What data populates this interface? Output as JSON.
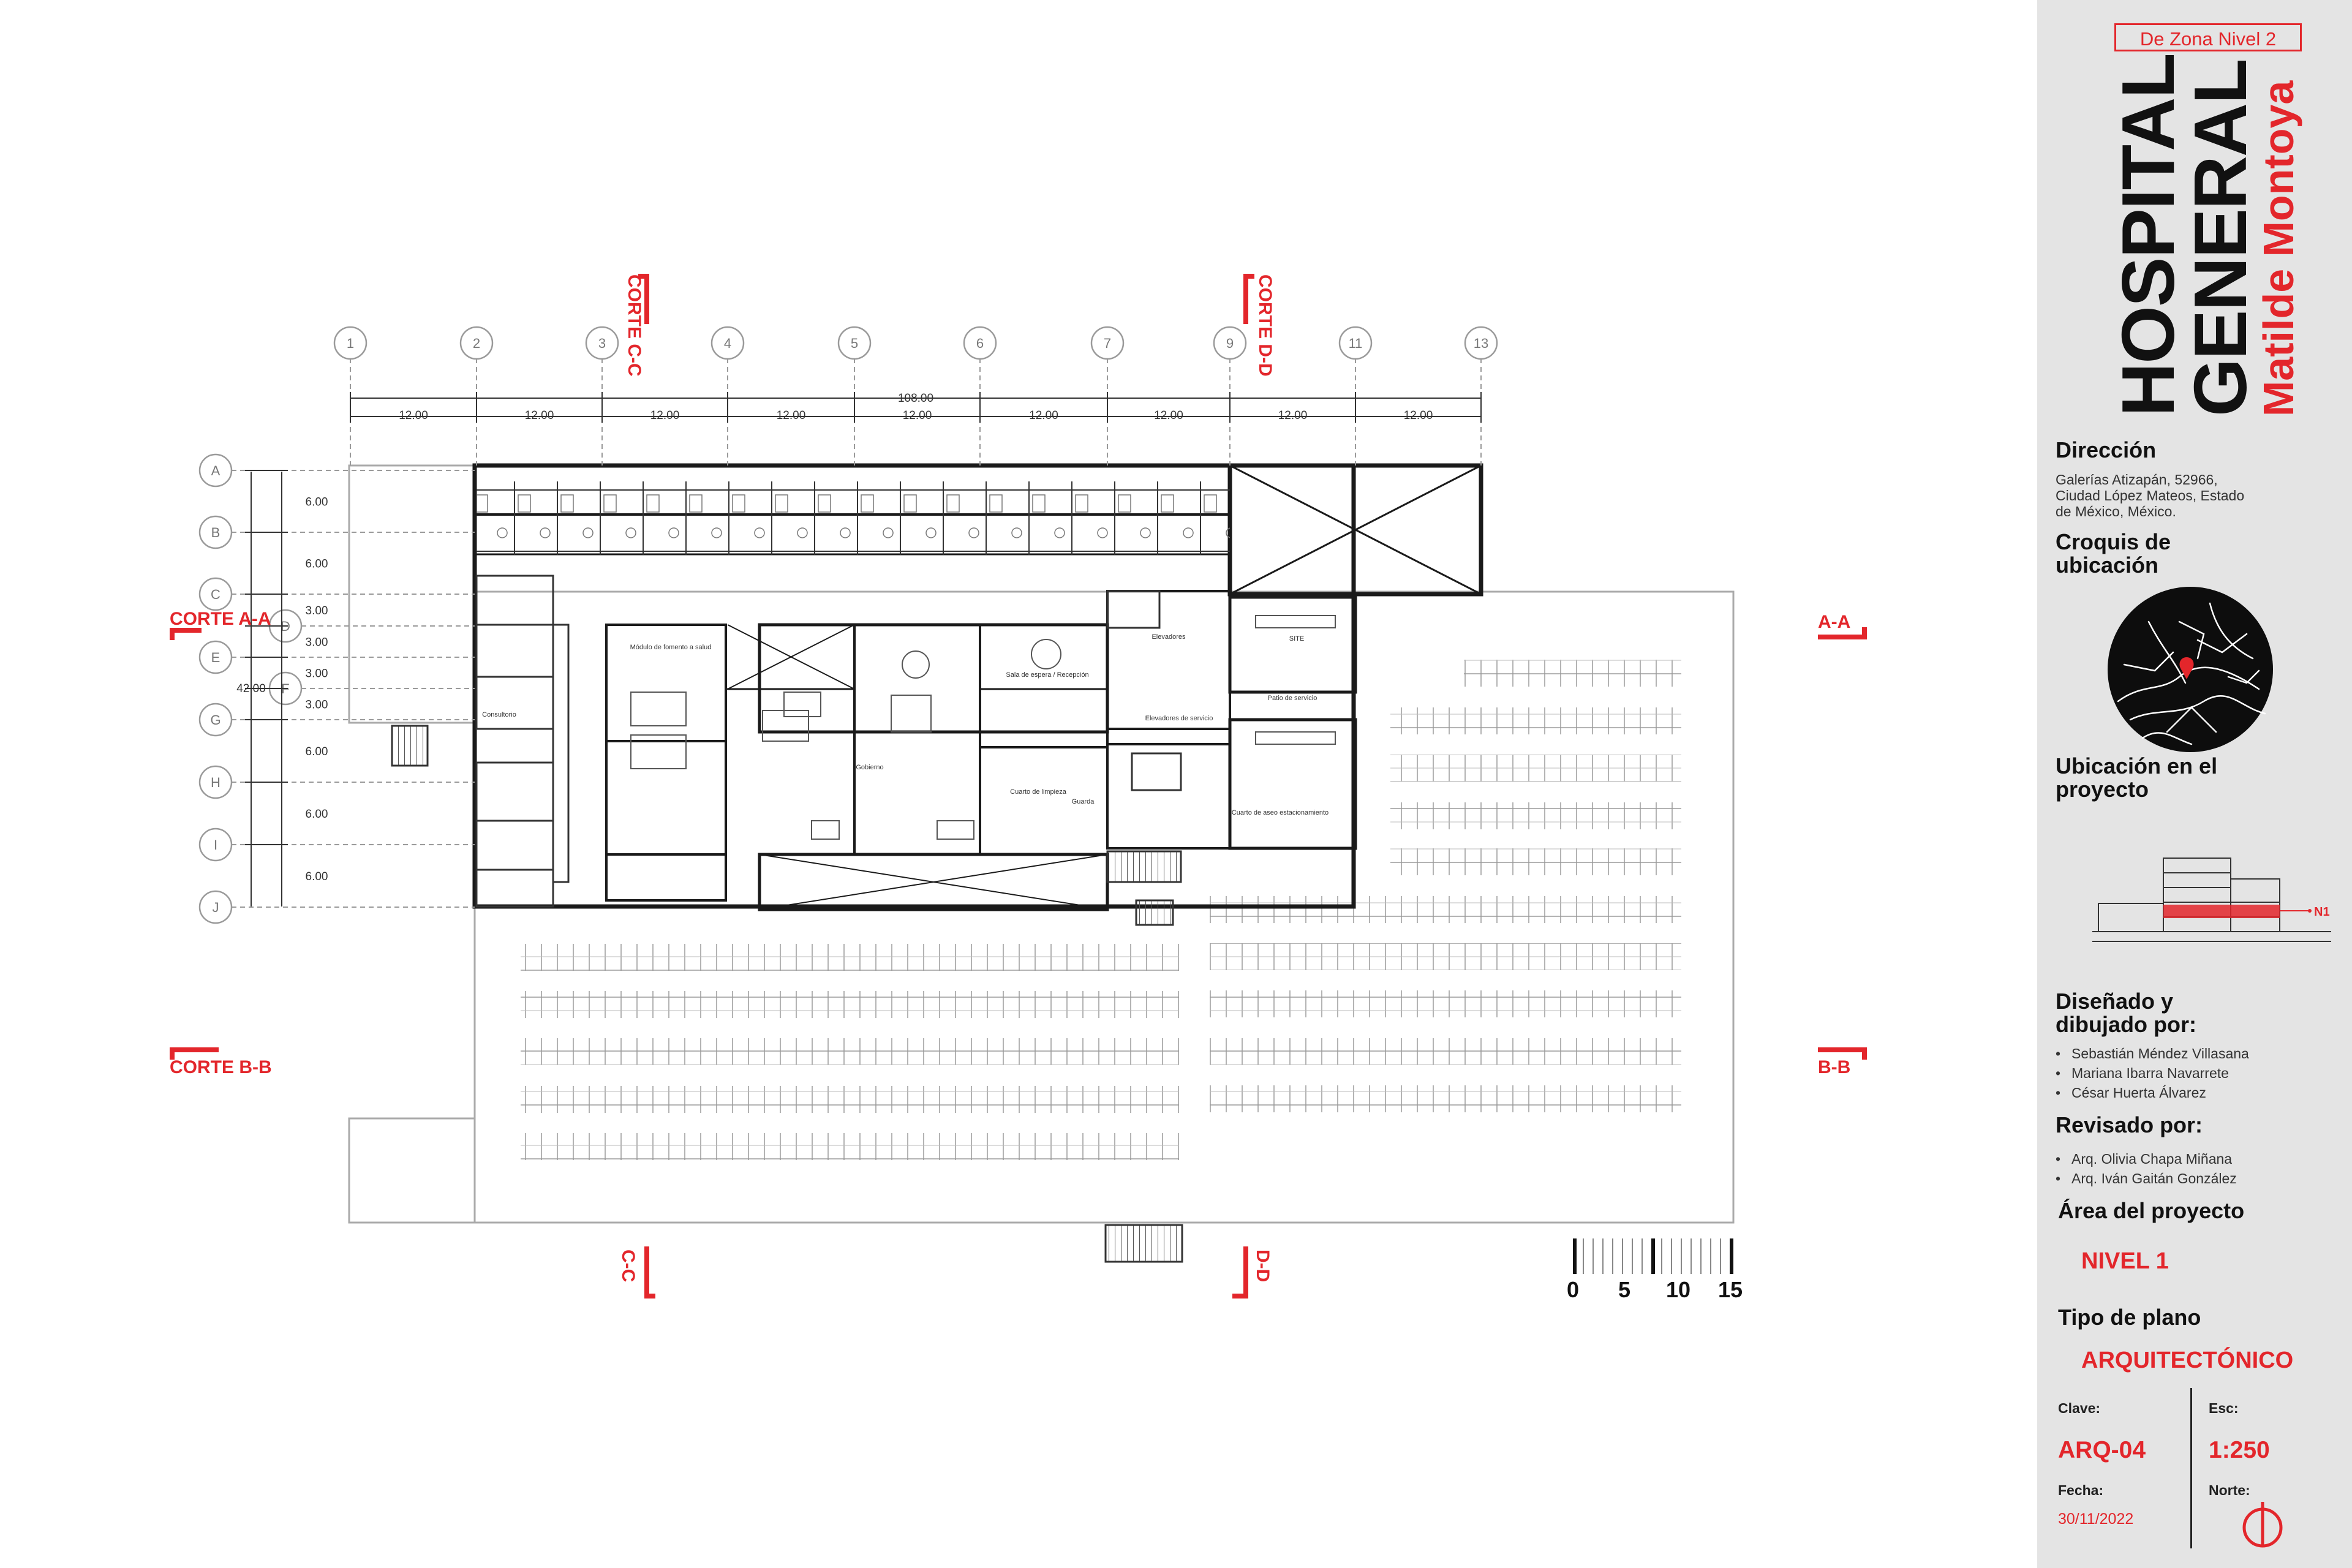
{
  "plan": {
    "grid_columns": [
      "1",
      "2",
      "3",
      "4",
      "5",
      "6",
      "7",
      "9",
      "11",
      "13"
    ],
    "grid_rows": [
      "A",
      "B",
      "C",
      "D",
      "E",
      "F",
      "G",
      "H",
      "I",
      "J"
    ],
    "col_spacing_labels": [
      "12.00",
      "12.00",
      "12.00",
      "12.00",
      "12.00",
      "12.00",
      "12.00",
      "12.00",
      "12.00"
    ],
    "total_width_label": "108.00",
    "row_spacing_labels": [
      "6.00",
      "6.00",
      "3.00",
      "3.00",
      "3.00",
      "3.00",
      "6.00",
      "6.00",
      "6.00"
    ],
    "total_height_label": "42.00",
    "section_marks": {
      "cc_top": "CORTE C-C",
      "dd_top": "CORTE D-D",
      "aa_left": "CORTE A-A",
      "aa_right": "A-A",
      "bb_left": "CORTE B-B",
      "bb_right": "B-B",
      "cc_bottom": "C-C",
      "dd_bottom": "D-D"
    },
    "rooms": {
      "consultorio": "Consultorio",
      "modulo": "Módulo de fomento a salud",
      "recepcion": "Sala de espera / Recepción",
      "gobierno": "Gobierno",
      "elevadores": "Elevadores",
      "site": "SITE",
      "elevadores_servicio": "Elevadores de servicio",
      "patio_servicio": "Patio de servicio",
      "cuarto_limpieza": "Cuarto de limpieza",
      "guarda": "Guarda",
      "cuarto_estacionamiento": "Cuarto de aseo estacionamiento"
    },
    "scale_bar": [
      "0",
      "5",
      "10",
      "15"
    ]
  },
  "panel": {
    "zone_tag": "De Zona Nivel 2",
    "title_line1": "HOSPITAL",
    "title_line2": "GENERAL",
    "title_line3": "Matilde Montoya",
    "address_heading": "Dirección",
    "address_lines": [
      "Galerías Atizapán, 52966,",
      "Ciudad López Mateos, Estado",
      "de México, México."
    ],
    "sketch_heading_1": "Croquis de",
    "sketch_heading_2": "ubicación",
    "project_location_heading_1": "Ubicación en el",
    "project_location_heading_2": "proyecto",
    "section_level_label": "N1",
    "designed_heading_1": "Diseñado y",
    "designed_heading_2": "dibujado por:",
    "designers": [
      "Sebastián Méndez Villasana",
      "Mariana Ibarra Navarrete",
      "César Huerta Álvarez"
    ],
    "reviewed_heading": "Revisado por:",
    "reviewers": [
      "Arq. Olivia Chapa Miñana",
      "Arq. Iván Gaitán González"
    ],
    "area_heading": "Área del proyecto",
    "area_value": "NIVEL 1",
    "plan_type_heading": "Tipo de plano",
    "plan_type_value": "ARQUITECTÓNICO",
    "clave_label": "Clave:",
    "clave_value": "ARQ-04",
    "esc_label": "Esc:",
    "esc_value": "1:250",
    "fecha_label": "Fecha:",
    "fecha_value": "30/11/2022",
    "norte_label": "Norte:"
  },
  "colors": {
    "accent": "#e3262b",
    "panel_bg": "#e4e4e4",
    "line": "#1a1a1a"
  }
}
